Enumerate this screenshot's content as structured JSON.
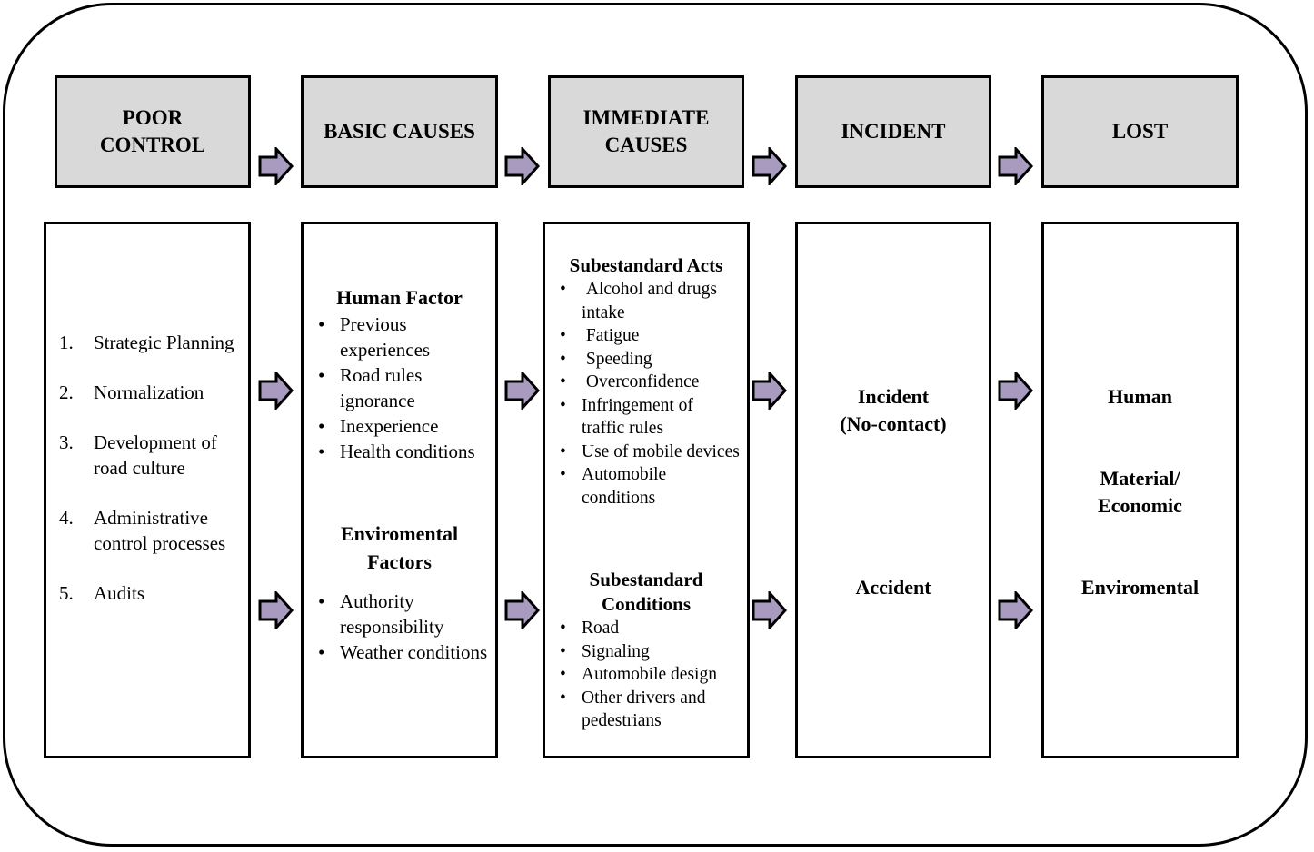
{
  "header": {
    "poor_control": "POOR\nCONTROL",
    "basic_causes": "BASIC CAUSES",
    "immediate_causes": "IMMEDIATE\nCAUSES",
    "incident": "INCIDENT",
    "lost": "LOST"
  },
  "poor_control": {
    "items": [
      {
        "num": "1.",
        "text": "Strategic Planning"
      },
      {
        "num": "2.",
        "text": "Normalization"
      },
      {
        "num": "3.",
        "text": "Development of road culture"
      },
      {
        "num": "4.",
        "text": "Administrative control processes"
      },
      {
        "num": "5.",
        "text": "Audits"
      }
    ]
  },
  "basic_causes": {
    "human_title": "Human Factor",
    "human_items": [
      "Previous experiences",
      "Road rules ignorance",
      "Inexperience",
      "Health conditions"
    ],
    "env_title": "Enviromental Factors",
    "env_items": [
      "Authority responsibility",
      "Weather conditions"
    ]
  },
  "immediate_causes": {
    "acts_title": "Subestandard Acts",
    "acts_items": [
      " Alcohol and drugs intake",
      " Fatigue",
      " Speeding",
      " Overconfidence",
      "Infringement of traffic rules",
      "Use of mobile devices",
      "Automobile conditions"
    ],
    "conditions_title": "Subestandard Conditions",
    "conditions_items": [
      "Road",
      "Signaling",
      "Automobile design",
      "Other drivers and pedestrians"
    ]
  },
  "incident": {
    "incident_label": "Incident\n(No-contact)",
    "accident_label": "Accident"
  },
  "lost": {
    "human": "Human",
    "material": "Material/\nEconomic",
    "environmental": "Enviromental"
  },
  "colors": {
    "header_fill": "#d9d9d9",
    "arrow_fill": "#a99bc0"
  }
}
